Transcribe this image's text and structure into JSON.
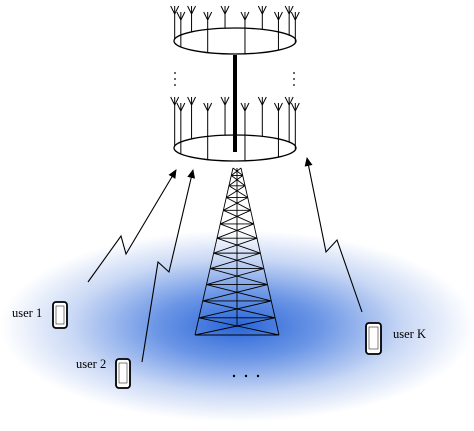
{
  "users": [
    {
      "label": "user 1"
    },
    {
      "label": "user 2"
    },
    {
      "label": "user K"
    }
  ],
  "ellipsis_array": "⋮",
  "ellipsis_users": "· · ·",
  "colors": {
    "ground_center": "#2f6fdc",
    "ground_edge": "#ffffff",
    "ink": "#000000"
  }
}
